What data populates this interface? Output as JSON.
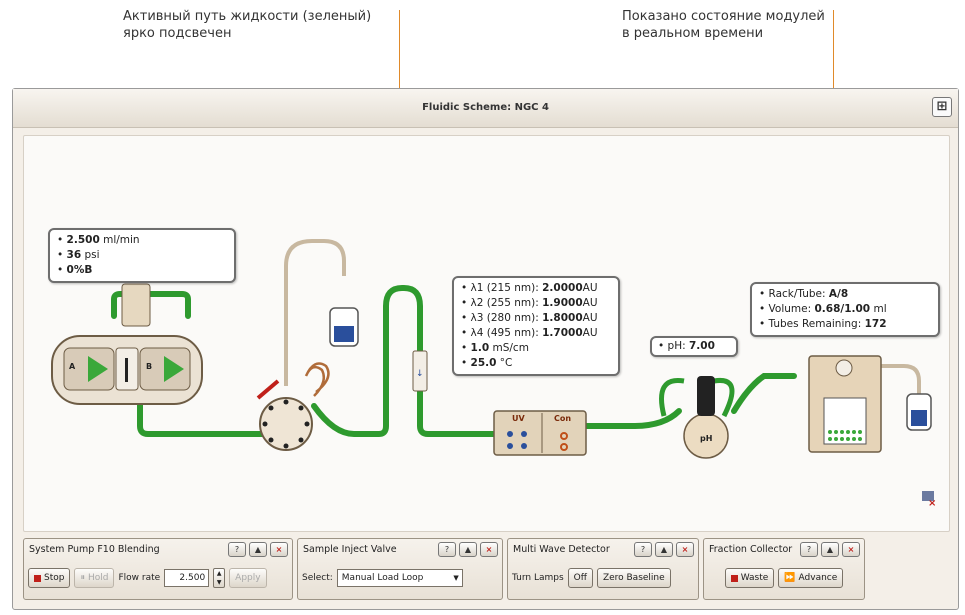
{
  "captions": {
    "left": [
      "Активный путь жидкости (зеленый)",
      "ярко подсвечен"
    ],
    "right": [
      "Показано состояние модулей",
      "в реальном времени"
    ]
  },
  "window": {
    "title": "Fluidic Scheme: NGC 4",
    "expand_icon": "expand-icon"
  },
  "pump_status": {
    "flow_value": "2.500",
    "flow_unit": "ml/min",
    "pressure_value": "36",
    "pressure_unit": "psi",
    "percent_b": "0%B"
  },
  "pump_labels": {
    "a": "A",
    "b": "B"
  },
  "uv_status": {
    "rows": [
      {
        "label": "λ1 (215 nm):",
        "value": "2.0000",
        "unit": "AU"
      },
      {
        "label": "λ2 (255 nm):",
        "value": "1.9000",
        "unit": "AU"
      },
      {
        "label": "λ3 (280 nm):",
        "value": "1.8000",
        "unit": "AU"
      },
      {
        "label": "λ4 (495 nm):",
        "value": "1.7000",
        "unit": "AU"
      }
    ],
    "cond_value": "1.0",
    "cond_unit": "mS/cm",
    "temp_value": "25.0",
    "temp_unit": "°C"
  },
  "detector_labels": {
    "uv": "UV",
    "cond": "Con"
  },
  "ph_status": {
    "label": "pH:",
    "value": "7.00"
  },
  "ph_probe_label": "pH",
  "fraction_status": {
    "rack_label": "Rack/Tube:",
    "rack_value": "A/8",
    "volume_label": "Volume:",
    "volume_value": "0.68/1.00",
    "volume_unit": "ml",
    "tubes_label": "Tubes Remaining:",
    "tubes_value": "172"
  },
  "panels": {
    "pump": {
      "title": "System Pump F10 Blending",
      "stop": "Stop",
      "hold": "Hold",
      "flow_rate_label": "Flow rate",
      "flow_rate_value": "2.500",
      "apply": "Apply"
    },
    "inject": {
      "title": "Sample Inject Valve",
      "select_label": "Select:",
      "select_value": "Manual Load Loop"
    },
    "detector": {
      "title": "Multi Wave Detector",
      "lamps_label": "Turn Lamps",
      "lamps_off": "Off",
      "zero": "Zero Baseline"
    },
    "collector": {
      "title": "Fraction Collector",
      "waste": "Waste",
      "advance": "Advance"
    }
  },
  "colors": {
    "flow_path": "#2e9a2e",
    "inactive_tube": "#c8b8a0",
    "callout": "#e08a2a",
    "stop_red": "#c0201a"
  }
}
